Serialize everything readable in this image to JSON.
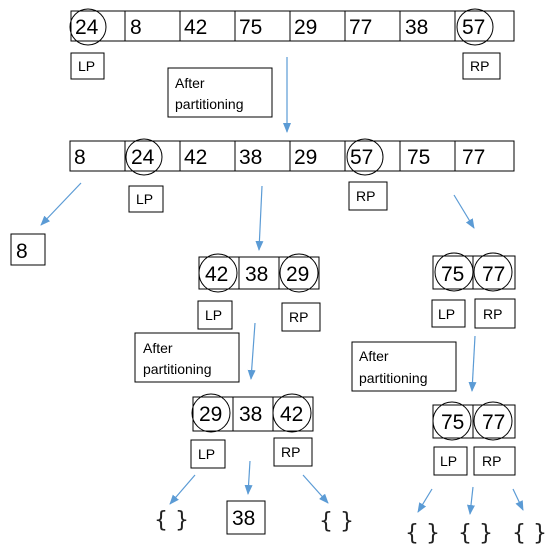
{
  "colors": {
    "arrow": "#5b9bd5",
    "stroke": "#000000",
    "text": "#000000"
  },
  "labels": {
    "lp": "LP",
    "rp": "RP"
  },
  "notes": {
    "after_line1": "After",
    "after_line2": "partitioning"
  },
  "empty_subarray": "{ }",
  "rows": {
    "initial": [
      "24",
      "8",
      "42",
      "75",
      "29",
      "77",
      "38",
      "57"
    ],
    "partitioned": [
      "8",
      "24",
      "42",
      "38",
      "29",
      "57",
      "75",
      "77"
    ],
    "left_single": [
      "8"
    ],
    "mid_sub": [
      "42",
      "38",
      "29"
    ],
    "right_sub": [
      "75",
      "77"
    ],
    "mid_sub_partitioned": [
      "29",
      "38",
      "42"
    ],
    "right_sub_partitioned": [
      "75",
      "77"
    ],
    "bottom_single": [
      "38"
    ]
  }
}
